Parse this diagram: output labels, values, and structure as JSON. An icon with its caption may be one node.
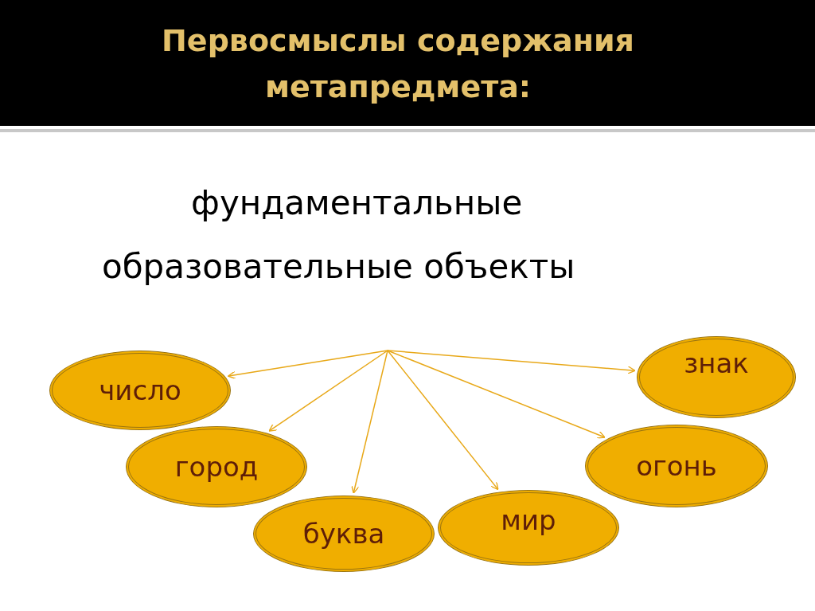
{
  "diagram": {
    "title": "Первосмыслы содержания метапредмета:",
    "nodes": [
      {
        "text": [
          "фундаментальные образовательные объекты"
        ]
      },
      {
        "text": [
          "число"
        ]
      },
      {
        "text": [
          "знак"
        ]
      },
      {
        "text": [
          "город"
        ]
      },
      {
        "text": [
          "огонь"
        ]
      },
      {
        "text": [
          "буква"
        ]
      },
      {
        "text": [
          "мир"
        ]
      }
    ],
    "edges": [
      {
        "from": null,
        "to": 1,
        "arrow": "to"
      },
      {
        "from": null,
        "to": 2,
        "arrow": "to"
      },
      {
        "from": null,
        "to": 3,
        "arrow": "to"
      },
      {
        "from": null,
        "to": 4,
        "arrow": "to"
      },
      {
        "from": null,
        "to": 5,
        "arrow": "to"
      },
      {
        "from": null,
        "to": 6,
        "arrow": "to"
      }
    ]
  }
}
